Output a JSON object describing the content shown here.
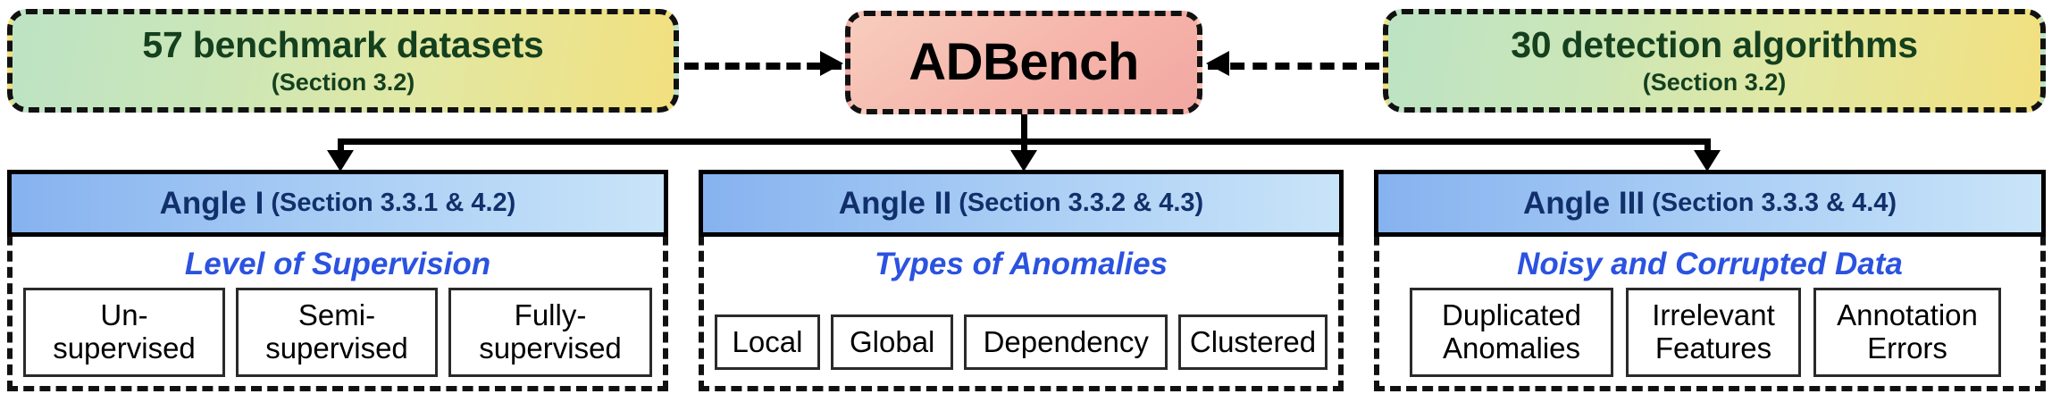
{
  "top": {
    "left_box": {
      "title": "57 benchmark datasets",
      "subtitle": "(Section 3.2)"
    },
    "center_box": {
      "title": "ADBench"
    },
    "right_box": {
      "title": "30 detection algorithms",
      "subtitle": "(Section 3.2)"
    }
  },
  "panels": [
    {
      "head_title": "Angle I",
      "head_section": "(Section 3.3.1 & 4.2)",
      "subtitle": "Level of Supervision",
      "leaves": [
        "Un-\nsupervised",
        "Semi-\nsupervised",
        "Fully-\nsupervised"
      ]
    },
    {
      "head_title": "Angle II",
      "head_section": "(Section 3.3.2 & 4.3)",
      "subtitle": "Types of Anomalies",
      "leaves": [
        "Local",
        "Global",
        "Dependency",
        "Clustered"
      ]
    },
    {
      "head_title": "Angle III",
      "head_section": "(Section 3.3.3 & 4.4)",
      "subtitle": "Noisy and Corrupted Data",
      "leaves": [
        "Duplicated\nAnomalies",
        "Irrelevant\nFeatures",
        "Annotation\nErrors"
      ]
    }
  ],
  "colors": {
    "box_border": "#111111",
    "green_gradient_start": "#bde3c4",
    "green_gradient_end": "#f2e07f",
    "pink_gradient_start": "#f7cdbd",
    "pink_gradient_end": "#f2a8a2",
    "header_blue_start": "#86b2ef",
    "header_blue_end": "#c9e4f9",
    "header_text": "#11306b",
    "subtitle_blue": "#2b52e0",
    "green_text": "#14401e"
  },
  "icons": {
    "arrow_to_center_left": "arrow-right-dashed",
    "arrow_to_center_right": "arrow-left-dashed",
    "distribute_arrow": "arrow-down"
  }
}
